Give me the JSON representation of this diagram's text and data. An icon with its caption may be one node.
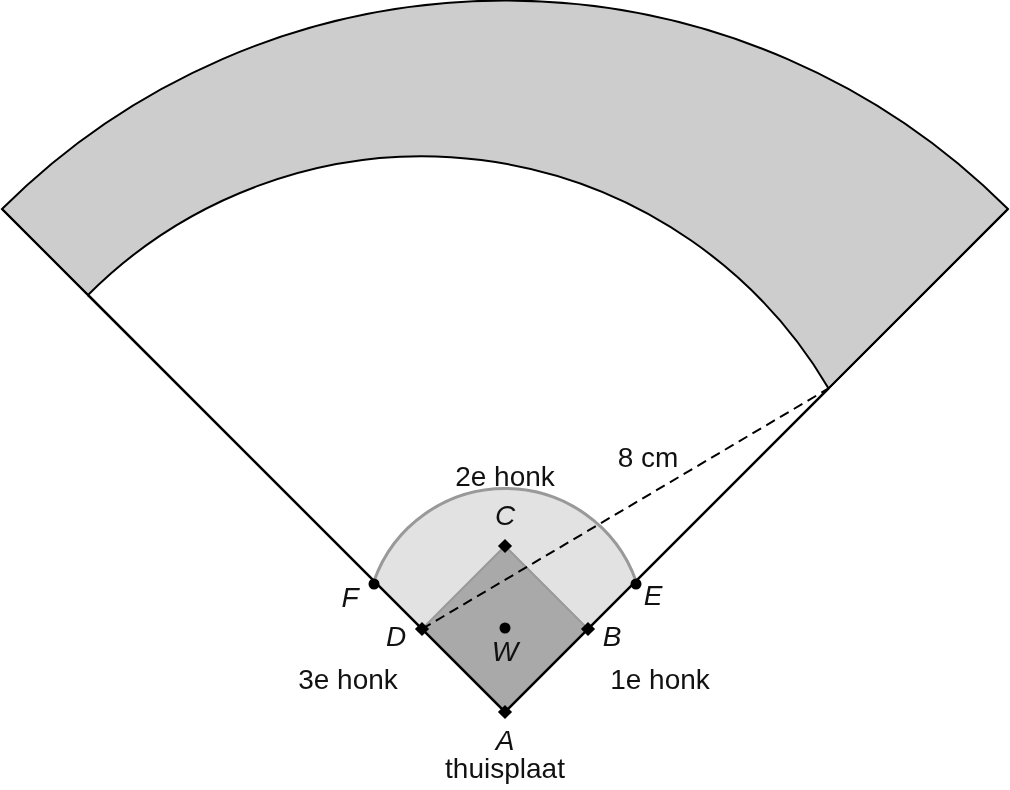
{
  "diagram": {
    "labels": [
      "8 cm",
      "2e honk",
      "C",
      "F",
      "E",
      "D",
      "B",
      "W",
      "3e honk",
      "1e honk",
      "A",
      "thuisplaat"
    ]
  }
}
